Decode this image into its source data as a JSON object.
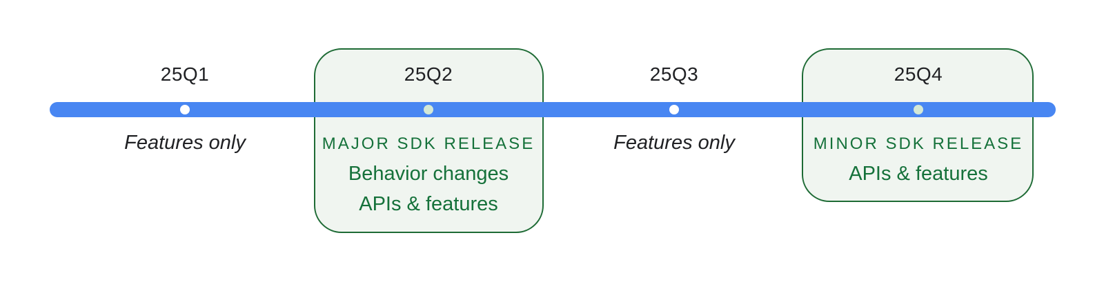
{
  "colors": {
    "timeline_blue": "#4886F2",
    "box_fill": "#F0F5F0",
    "box_border": "#1E6B35",
    "green_text": "#15713A",
    "text_dark": "#202124",
    "dot_white": "#FFFFFF",
    "dot_mint": "#D4E8D6"
  },
  "timeline": {
    "quarters": [
      {
        "label": "25Q1",
        "dot": "white",
        "boxed": false,
        "note": "Features only"
      },
      {
        "label": "25Q2",
        "dot": "mint",
        "boxed": true,
        "heading": "MAJOR SDK RELEASE",
        "details": [
          "Behavior changes",
          "APIs & features"
        ]
      },
      {
        "label": "25Q3",
        "dot": "white",
        "boxed": false,
        "note": "Features only"
      },
      {
        "label": "25Q4",
        "dot": "mint",
        "boxed": true,
        "heading": "MINOR SDK RELEASE",
        "details": [
          "APIs & features"
        ]
      }
    ]
  }
}
